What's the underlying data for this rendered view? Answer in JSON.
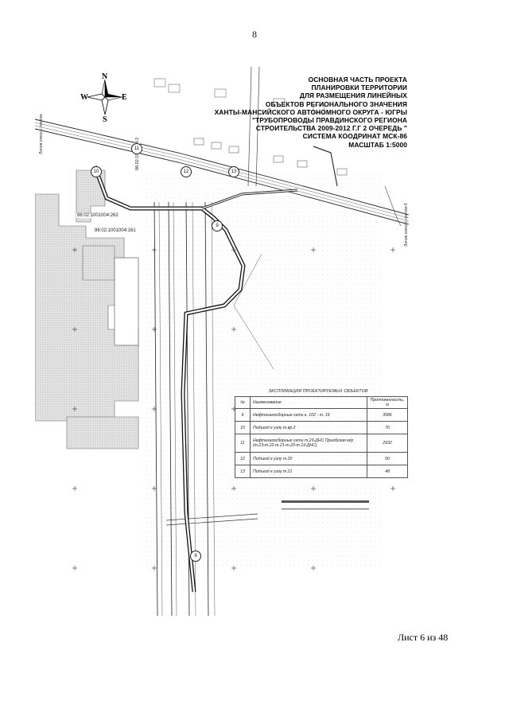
{
  "page_number": "8",
  "title_lines": [
    "ОСНОВНАЯ ЧАСТЬ ПРОЕКТА",
    "ПЛАНИРОВКИ ТЕРРИТОРИИ",
    "ДЛЯ РАЗМЕЩЕНИЯ ЛИНЕЙНЫХ",
    "ОБЪЕКТОВ РЕГИОНАЛЬНОГО ЗНАЧЕНИЯ",
    "ХАНТЫ-МАНСИЙСКОГО АВТОНОМНОГО ОКРУГА - ЮГРЫ",
    "\"ТРУБОПРОВОДЫ ПРАВДИНСКОГО РЕГИОНА",
    "СТРОИТЕЛЬСТВА 2009-2012 Г.Г 2 ОЧЕРЕДЬ \"",
    "СИСТЕМА КООДРИНАТ МСК-86",
    "МАСШТАБ 1:5000"
  ],
  "compass": {
    "n": "N",
    "s": "S",
    "w": "W",
    "e": "E"
  },
  "street_labels": [
    "Линия связи с листом",
    "Линия связи с листом 8"
  ],
  "parcels": [
    "86:02:1001004:262",
    "86:02:1001004:161",
    "86:02:1001004:2"
  ],
  "markers": [
    "8",
    "9",
    "10",
    "11",
    "12",
    "13"
  ],
  "legend": {
    "title": "ЭКСПЛИКАЦИЯ ПРОЕКТИРУЕМЫХ ОБЪЕКТОВ",
    "headers": {
      "num": "№",
      "name": "Наименование",
      "length": "Протяженность, м"
    },
    "rows": [
      {
        "num": "9",
        "name": "Нефтегазосборные сети к. 102 - т. 19",
        "length": "3586"
      },
      {
        "num": "10",
        "name": "Подъезд к узлу т.вр.2",
        "length": "70"
      },
      {
        "num": "11",
        "name": "Нефтегазосборные сети т.23-ДНС Приобская м/р (т.23-т.22-т.21-т.20-т.19-ДНС)",
        "length": "2932"
      },
      {
        "num": "12",
        "name": "Подъезд к узлу т.20",
        "length": "50"
      },
      {
        "num": "13",
        "name": "Подъезд к узлу т.21",
        "length": "48"
      }
    ]
  },
  "sheet": "Лист 6 из 48"
}
